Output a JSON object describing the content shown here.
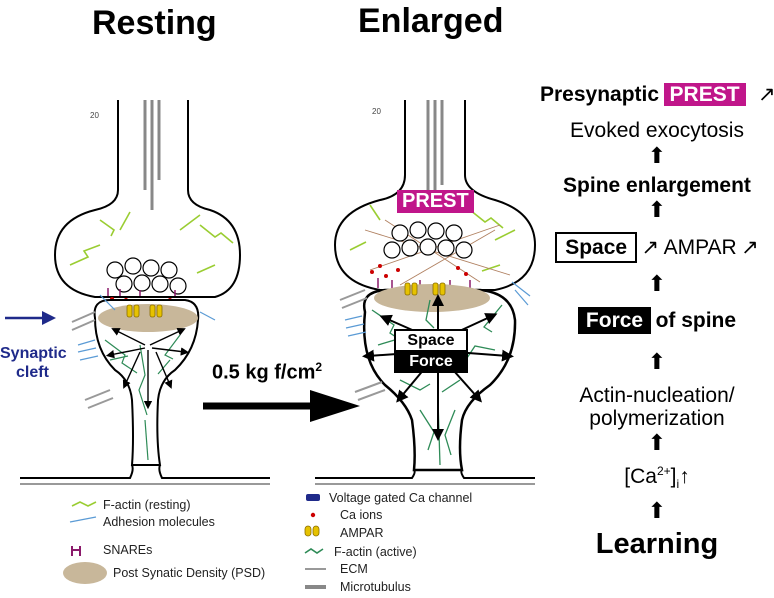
{
  "titles": {
    "resting": "Resting",
    "enlarged": "Enlarged"
  },
  "labels": {
    "synaptic_cleft_line1": "Synaptic",
    "synaptic_cleft_line2": "cleft",
    "pressure": "0.5 kg f/cm",
    "pressure_sup": "2",
    "prest_box": "PREST",
    "space_box": "Space",
    "force_box": "Force",
    "scale_mark": "20"
  },
  "flow": {
    "presynaptic": "Presynaptic",
    "prest": "PREST",
    "evoked": "Evoked exocytosis",
    "spine_enlargement": "Spine enlargement",
    "space": "Space",
    "ampar": "AMPAR",
    "force": "Force",
    "of_spine": "of spine",
    "actin_line1": "Actin-nucleation/",
    "actin_line2": "polymerization",
    "ca_open": "[Ca",
    "ca_sup": "2+",
    "ca_close": "]",
    "ca_sub": "i",
    "learning": "Learning",
    "up_symbol": "↑"
  },
  "legend_left": [
    {
      "label": "F-actin (resting)",
      "icon": "f-actin-resting-icon"
    },
    {
      "label": "Adhesion molecules",
      "icon": "adhesion-icon"
    },
    {
      "label": "SNAREs",
      "icon": "snare-icon"
    },
    {
      "label": "Post Synatic Density (PSD)",
      "icon": "psd-icon"
    }
  ],
  "legend_right": [
    {
      "label": "Voltage gated Ca channel",
      "icon": "ca-channel-icon"
    },
    {
      "label": "Ca ions",
      "icon": "ca-ion-icon"
    },
    {
      "label": "AMPAR",
      "icon": "ampar-icon"
    },
    {
      "label": "F-actin (active)",
      "icon": "f-actin-active-icon"
    },
    {
      "label": "ECM",
      "icon": "ecm-icon"
    },
    {
      "label": "Microtubulus",
      "icon": "microtubule-icon"
    }
  ],
  "colors": {
    "actin_resting": "#9acd32",
    "actin_active": "#2e8b57",
    "adhesion": "#5b9bd5",
    "psd": "#c8b79a",
    "prest": "#c0168a",
    "snare": "#8b1a6b",
    "ca_ion": "#cc0000",
    "ampar": "#e6c200",
    "cleft_arrow": "#1f2a8a"
  }
}
